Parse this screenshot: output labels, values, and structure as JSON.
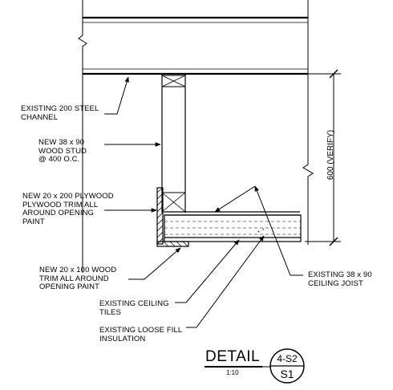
{
  "labels": {
    "steel_channel": "EXISTING 200 STEEL\nCHANNEL",
    "wood_stud": "NEW 38 x 90\nWOOD STUD\n@ 400 O.C.",
    "plywood_trim": "NEW 20 x 200 PLYWOOD\nPLYWOOD TRIM ALL\nAROUND OPENING\nPAINT",
    "wood_trim": "NEW 20 x 100 WOOD\nTRIM ALL AROUND\nOPENING PAINT",
    "ceiling_tiles": "EXISTING CEILING\nTILES",
    "loose_fill": "EXISTING LOOSE FILL\nINSULATION",
    "ceiling_joist": "EXISTING 38 x 90\nCEILING JOIST"
  },
  "dimension": {
    "text": "600 (VERIFY)"
  },
  "title": {
    "main": "DETAIL",
    "scale": "1:10",
    "detail_ref": "4-S2",
    "sheet_ref": "S1"
  }
}
